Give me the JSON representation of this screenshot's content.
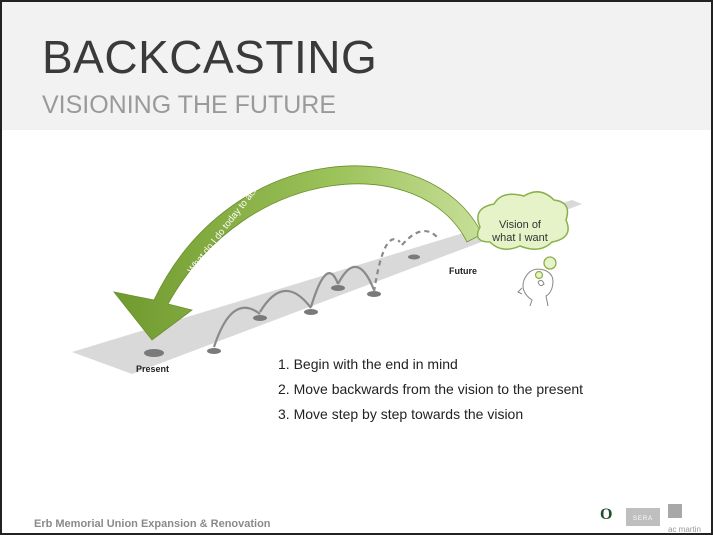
{
  "slide": {
    "title": "BACKCASTING",
    "subtitle": "VISIONING THE FUTURE"
  },
  "diagram": {
    "arc_text": "What do I do today to achieve this vision ?",
    "vision_bubble_line1": "Vision of",
    "vision_bubble_line2": "what I want",
    "present_label": "Present",
    "future_label": "Future",
    "colors": {
      "arc_green": "#7ea43a",
      "path_gray": "#d9d9d9",
      "footprint": "#7a7a7a",
      "bubble_fill": "#e6f2c8",
      "bubble_stroke": "#8ab04a"
    }
  },
  "steps": [
    "1. Begin with the end in mind",
    "2. Move backwards from the vision to the present",
    "3. Move step by step towards the vision"
  ],
  "footer": {
    "text": "Erb Memorial Union Expansion & Renovation"
  },
  "logos": {
    "o_mark": "O",
    "sera": "SERA",
    "ac_martin": "ac martin"
  }
}
